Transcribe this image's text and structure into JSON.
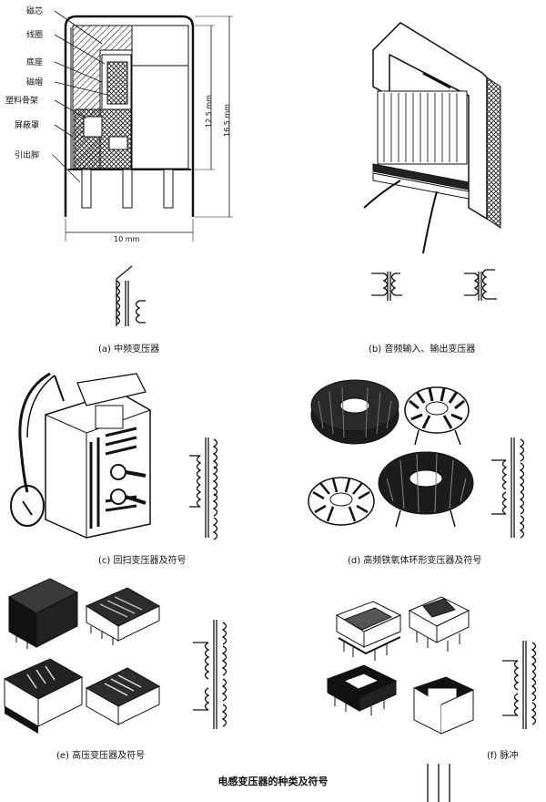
{
  "figure": {
    "main_caption": "电感变压器的种类及符号",
    "panels": {
      "a": {
        "caption": "(a) 中频变压器",
        "part_labels": [
          "磁芯",
          "线圈",
          "底座",
          "磁帽",
          "塑料骨架",
          "屏蔽罩",
          "引出脚"
        ],
        "dim_width": "10 mm",
        "dim_height_inner": "12.5 mm",
        "dim_height_outer": "16.5 mm"
      },
      "b": {
        "caption": "(b) 音频输入、输出变压器"
      },
      "c": {
        "caption": "(c) 回扫变压器及符号"
      },
      "d": {
        "caption": "(d) 高频铁氧体环形变压器及符号"
      },
      "e": {
        "caption": "(e) 高压变压器及符号"
      },
      "f": {
        "caption": "(f) 脉冲"
      }
    }
  }
}
